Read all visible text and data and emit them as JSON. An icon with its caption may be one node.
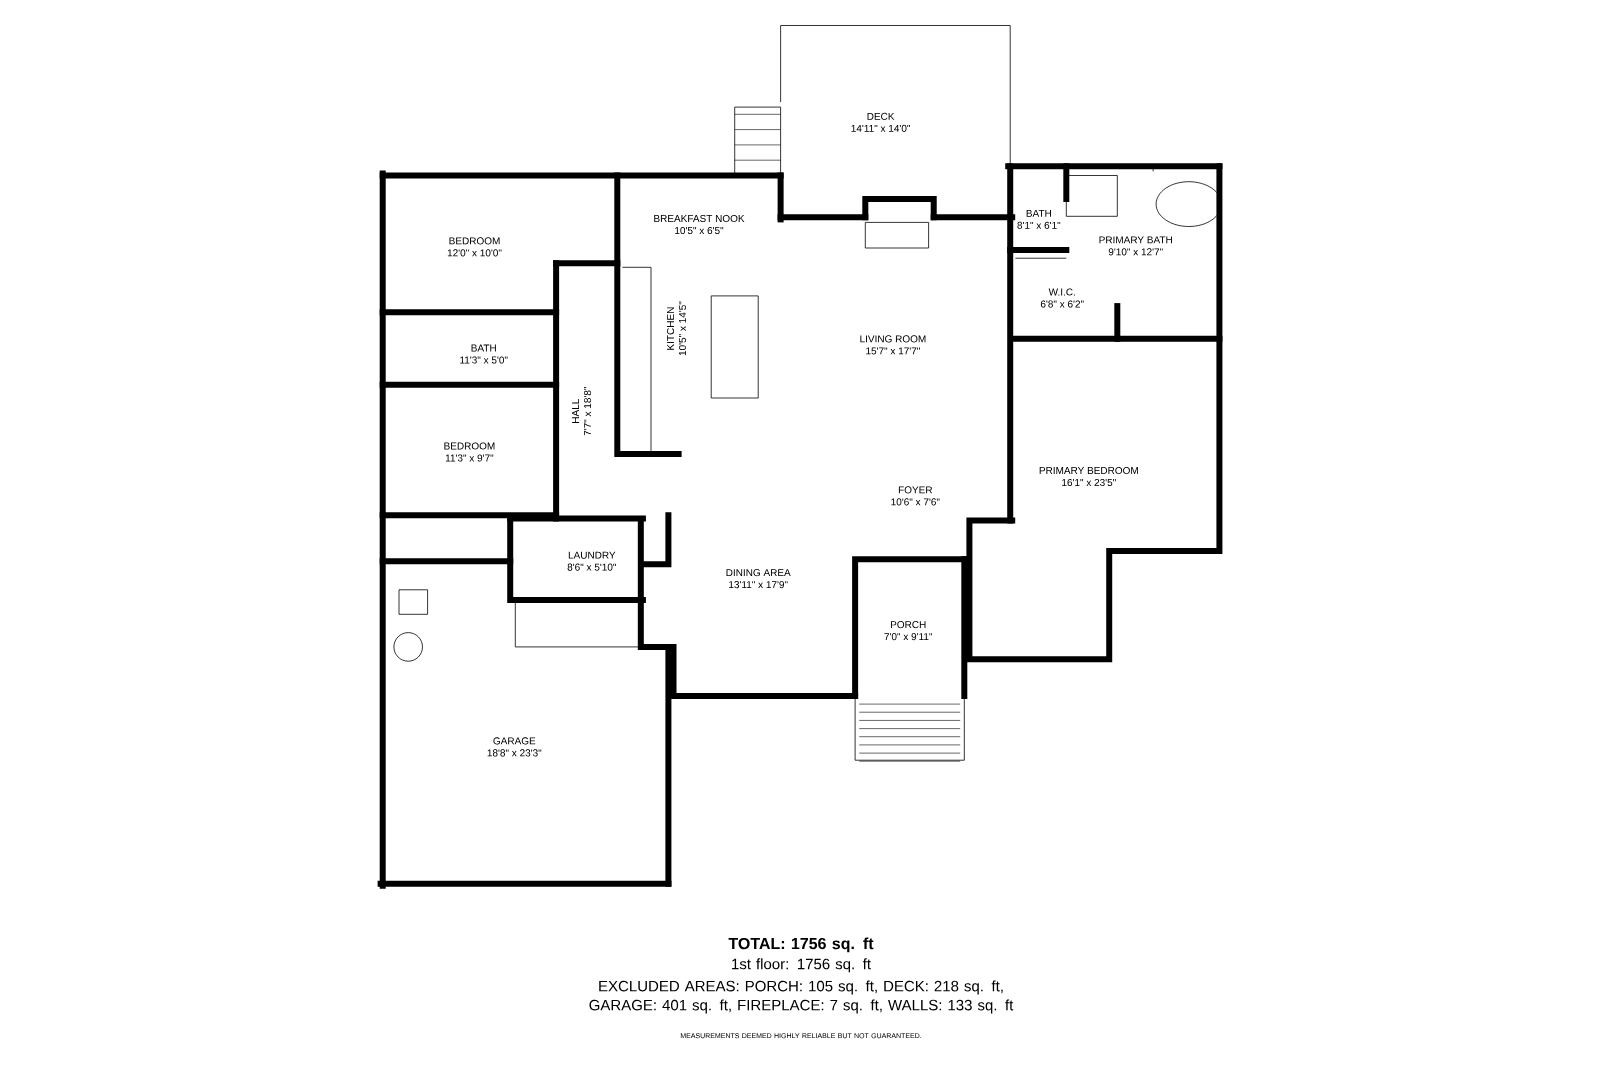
{
  "diagram": {
    "nodes": [
      {
        "text": [
          "DECK",
          "14'11\" x 14'0\""
        ]
      },
      {
        "text": [
          "BEDROOM",
          "12'0\" x 10'0\""
        ]
      },
      {
        "text": [
          "BREAKFAST NOOK",
          "10'5\" x 6'5\""
        ]
      },
      {
        "text": [
          "BATH",
          "8'1\" x 6'1\""
        ]
      },
      {
        "text": [
          "PRIMARY BATH",
          "9'10\" x 12'7\""
        ]
      },
      {
        "text": [
          "BATH",
          "11'3\" x 5'0\""
        ]
      },
      {
        "text": [
          "KITCHEN",
          "10'5\" x 14'5\""
        ]
      },
      {
        "text": [
          "LIVING ROOM",
          "15'7\" x 17'7\""
        ]
      },
      {
        "text": [
          "W.I.C.",
          "6'8\" x 6'2\""
        ]
      },
      {
        "text": [
          "HALL",
          "7'7\" x 18'8\""
        ]
      },
      {
        "text": [
          "BEDROOM",
          "11'3\" x 9'7\""
        ]
      },
      {
        "text": [
          "PRIMARY BEDROOM",
          "16'1\" x 23'5\""
        ]
      },
      {
        "text": [
          "FOYER",
          "10'6\" x 7'6\""
        ]
      },
      {
        "text": [
          "LAUNDRY",
          "8'6\" x 5'10\""
        ]
      },
      {
        "text": [
          "DINING AREA",
          "13'11\" x 17'9\""
        ]
      },
      {
        "text": [
          "PORCH",
          "7'0\" x 9'11\""
        ]
      },
      {
        "text": [
          "GARAGE",
          "18'8\" x 23'3\""
        ]
      }
    ],
    "labels": [
      "TOTAL: 1756 sq. ft",
      "1st floor: 1756 sq. ft",
      "EXCLUDED AREAS: PORCH: 105 sq. ft, DECK: 218 sq. ft, GARAGE: 401 sq. ft, FIREPLACE: 7 sq. ft, WALLS: 133 sq. ft",
      "MEASUREMENTS DEEMED HIGHLY RELIABLE BUT NOT GUARANTEED."
    ]
  }
}
